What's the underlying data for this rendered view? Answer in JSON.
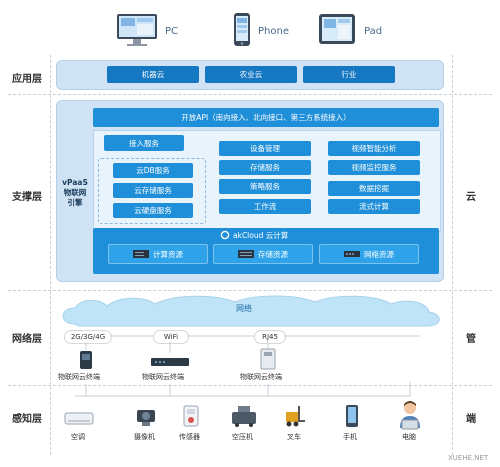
{
  "clients": [
    {
      "label": "PC",
      "icon": "monitor-icon"
    },
    {
      "label": "Phone",
      "icon": "phone-icon"
    },
    {
      "label": "Pad",
      "icon": "tablet-icon"
    }
  ],
  "layers": {
    "application": "应用层",
    "support": "支撑层",
    "network": "网络层",
    "perception": "感知层"
  },
  "right_labels": {
    "cloud": "云",
    "pipe": "管",
    "end": "端"
  },
  "application_items": [
    "机器云",
    "农业云",
    "行业"
  ],
  "support": {
    "vpaas": [
      "vPaaS",
      "物联网",
      "引擎"
    ],
    "open_api": "开放API（南向接入、北向接口、第三方系统接入）",
    "access_service": "接入服务",
    "db_services": [
      "云DB服务",
      "云存储服务",
      "云硬盘服务"
    ],
    "mid_services": [
      "设备管理",
      "存储服务",
      "策略服务",
      "工作流"
    ],
    "right_services": [
      "视频智能分析",
      "视频监控服务",
      "数据挖掘",
      "流式计算"
    ],
    "cloud_brand": "akCloud 云计算",
    "resources": [
      "计算资源",
      "存储资源",
      "网络资源"
    ]
  },
  "network": {
    "cloud_label": "网络",
    "links": [
      "2G/3G/4G",
      "WiFi",
      "RJ45"
    ]
  },
  "terminals": [
    "物联网云终端",
    "物联网云终端",
    "物联网云终端"
  ],
  "devices": [
    "空调",
    "摄像机",
    "传感器",
    "空压机",
    "叉车",
    "手机",
    "电脑"
  ],
  "watermark": "XUEHE.NET",
  "colors": {
    "primary": "#1f8fd9",
    "band": "#cfe3f5",
    "cloud": "#bfe3f7"
  }
}
